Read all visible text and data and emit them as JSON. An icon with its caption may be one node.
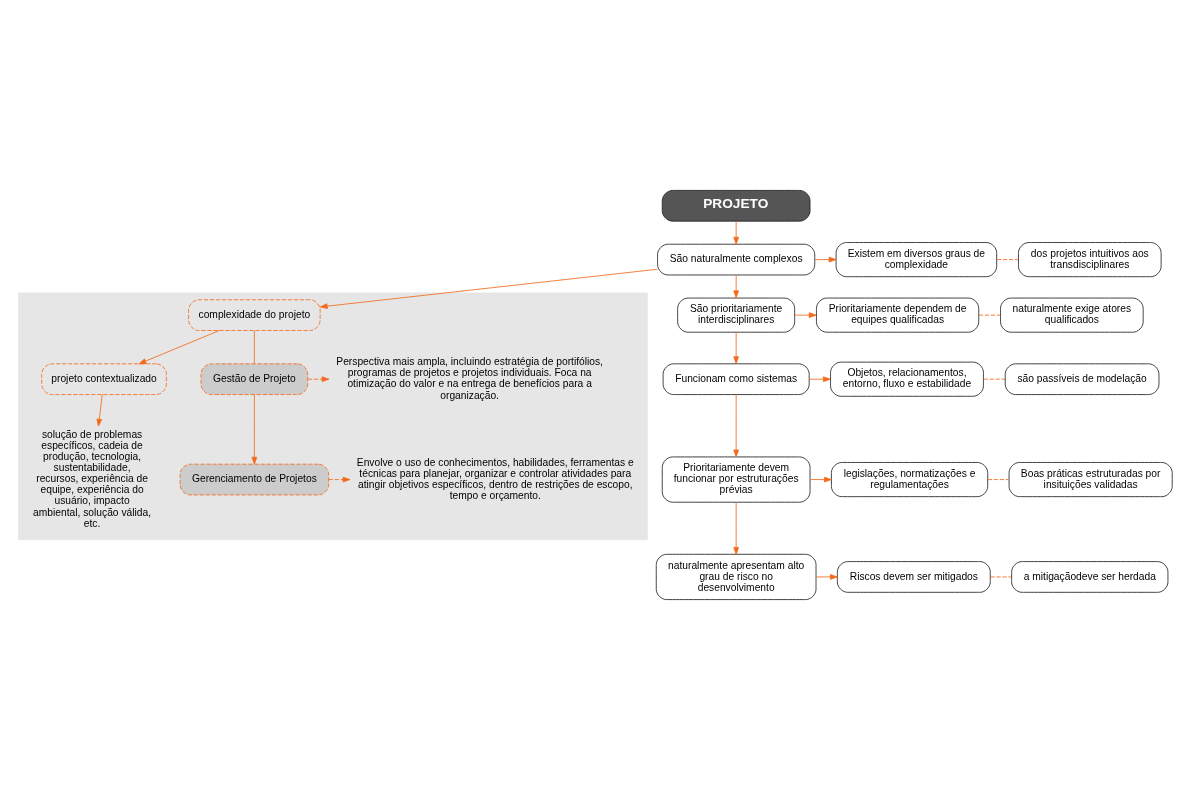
{
  "diagram": {
    "nodes": [
      {
        "text": [
          "PROJETO"
        ]
      },
      {
        "text": [
          "São naturalmente complexos"
        ]
      },
      {
        "text": [
          "Existem em diversos graus de complexidade"
        ]
      },
      {
        "text": [
          "dos projetos intuitivos aos transdisciplinares"
        ]
      },
      {
        "text": [
          "São prioritariamente interdisciplinares"
        ]
      },
      {
        "text": [
          "Prioritariamente dependem de equipes qualificadas"
        ]
      },
      {
        "text": [
          "naturalmente exige atores qualificados"
        ]
      },
      {
        "text": [
          "Funcionam como sistemas"
        ]
      },
      {
        "text": [
          "Objetos, relacionamentos, entorno, fluxo e estabilidade"
        ]
      },
      {
        "text": [
          "são passíveis de modelação"
        ]
      },
      {
        "text": [
          "Prioritariamente devem funcionar por estruturações prévias"
        ]
      },
      {
        "text": [
          "legislações, normatizações e regulamentações"
        ]
      },
      {
        "text": [
          "Boas práticas estruturadas por insituições validadas"
        ]
      },
      {
        "text": [
          "naturalmente apresentam alto grau de risco no desenvolvimento"
        ]
      },
      {
        "text": [
          "Riscos devem ser mitigados"
        ]
      },
      {
        "text": [
          "a mitigaçãodeve ser herdada"
        ]
      },
      {
        "text": [],
        "shape": "box"
      },
      {
        "text": [
          "complexidade do projeto"
        ],
        "in": 16
      },
      {
        "text": [
          "projeto contextualizado"
        ],
        "in": 16
      },
      {
        "text": [
          "solução de problemas específicos, cadeia de produção, tecnologia, sustentabilidade, recursos, experiência de equipe, experiência do usuário, impacto ambiental, solução válida, etc."
        ],
        "in": 16
      },
      {
        "text": [
          "Gestão de Projeto"
        ],
        "in": 16
      },
      {
        "text": [
          "Gerenciamento de Projetos"
        ],
        "in": 16
      },
      {
        "text": [
          "Perspectiva mais ampla, incluindo estratégia de portifólios, programas de projetos e projetos individuais. Foca na otimização do valor e na entrega de benefícios para a organização."
        ],
        "in": 16
      },
      {
        "text": [
          "Envolve o uso de conhecimentos, habilidades, ferramentas e técnicas para planejar, organizar e controlar atividades para atingir objetivos específicos, dentro de restrições de escopo, tempo e orçamento."
        ],
        "in": 16
      }
    ],
    "edges": [
      {
        "from": 0,
        "to": 1,
        "arrow": "to"
      },
      {
        "from": 1,
        "to": 2,
        "arrow": "to"
      },
      {
        "from": 2,
        "to": 3,
        "arrow": "none",
        "style": "dashed"
      },
      {
        "from": 1,
        "to": 4,
        "arrow": "to"
      },
      {
        "from": 4,
        "to": 5,
        "arrow": "to"
      },
      {
        "from": 5,
        "to": 6,
        "arrow": "none",
        "style": "dashed"
      },
      {
        "from": 4,
        "to": 7,
        "arrow": "to"
      },
      {
        "from": 7,
        "to": 8,
        "arrow": "to"
      },
      {
        "from": 8,
        "to": 9,
        "arrow": "none",
        "style": "dashed"
      },
      {
        "from": 7,
        "to": 10,
        "arrow": "to"
      },
      {
        "from": 10,
        "to": 11,
        "arrow": "to"
      },
      {
        "from": 11,
        "to": 12,
        "arrow": "none",
        "style": "dashed"
      },
      {
        "from": 10,
        "to": 13,
        "arrow": "to"
      },
      {
        "from": 13,
        "to": 14,
        "arrow": "to"
      },
      {
        "from": 14,
        "to": 15,
        "arrow": "none",
        "style": "dashed"
      },
      {
        "from": 1,
        "to": 17,
        "arrow": "to"
      },
      {
        "from": 17,
        "to": 18,
        "arrow": "to"
      },
      {
        "from": 18,
        "to": 19,
        "arrow": "to"
      },
      {
        "from": 17,
        "to": 20,
        "arrow": "none"
      },
      {
        "from": 20,
        "to": 21,
        "arrow": "to"
      },
      {
        "from": 20,
        "to": 22,
        "arrow": "to",
        "style": "dashed"
      },
      {
        "from": 21,
        "to": 23,
        "arrow": "to",
        "style": "dashed"
      }
    ]
  }
}
